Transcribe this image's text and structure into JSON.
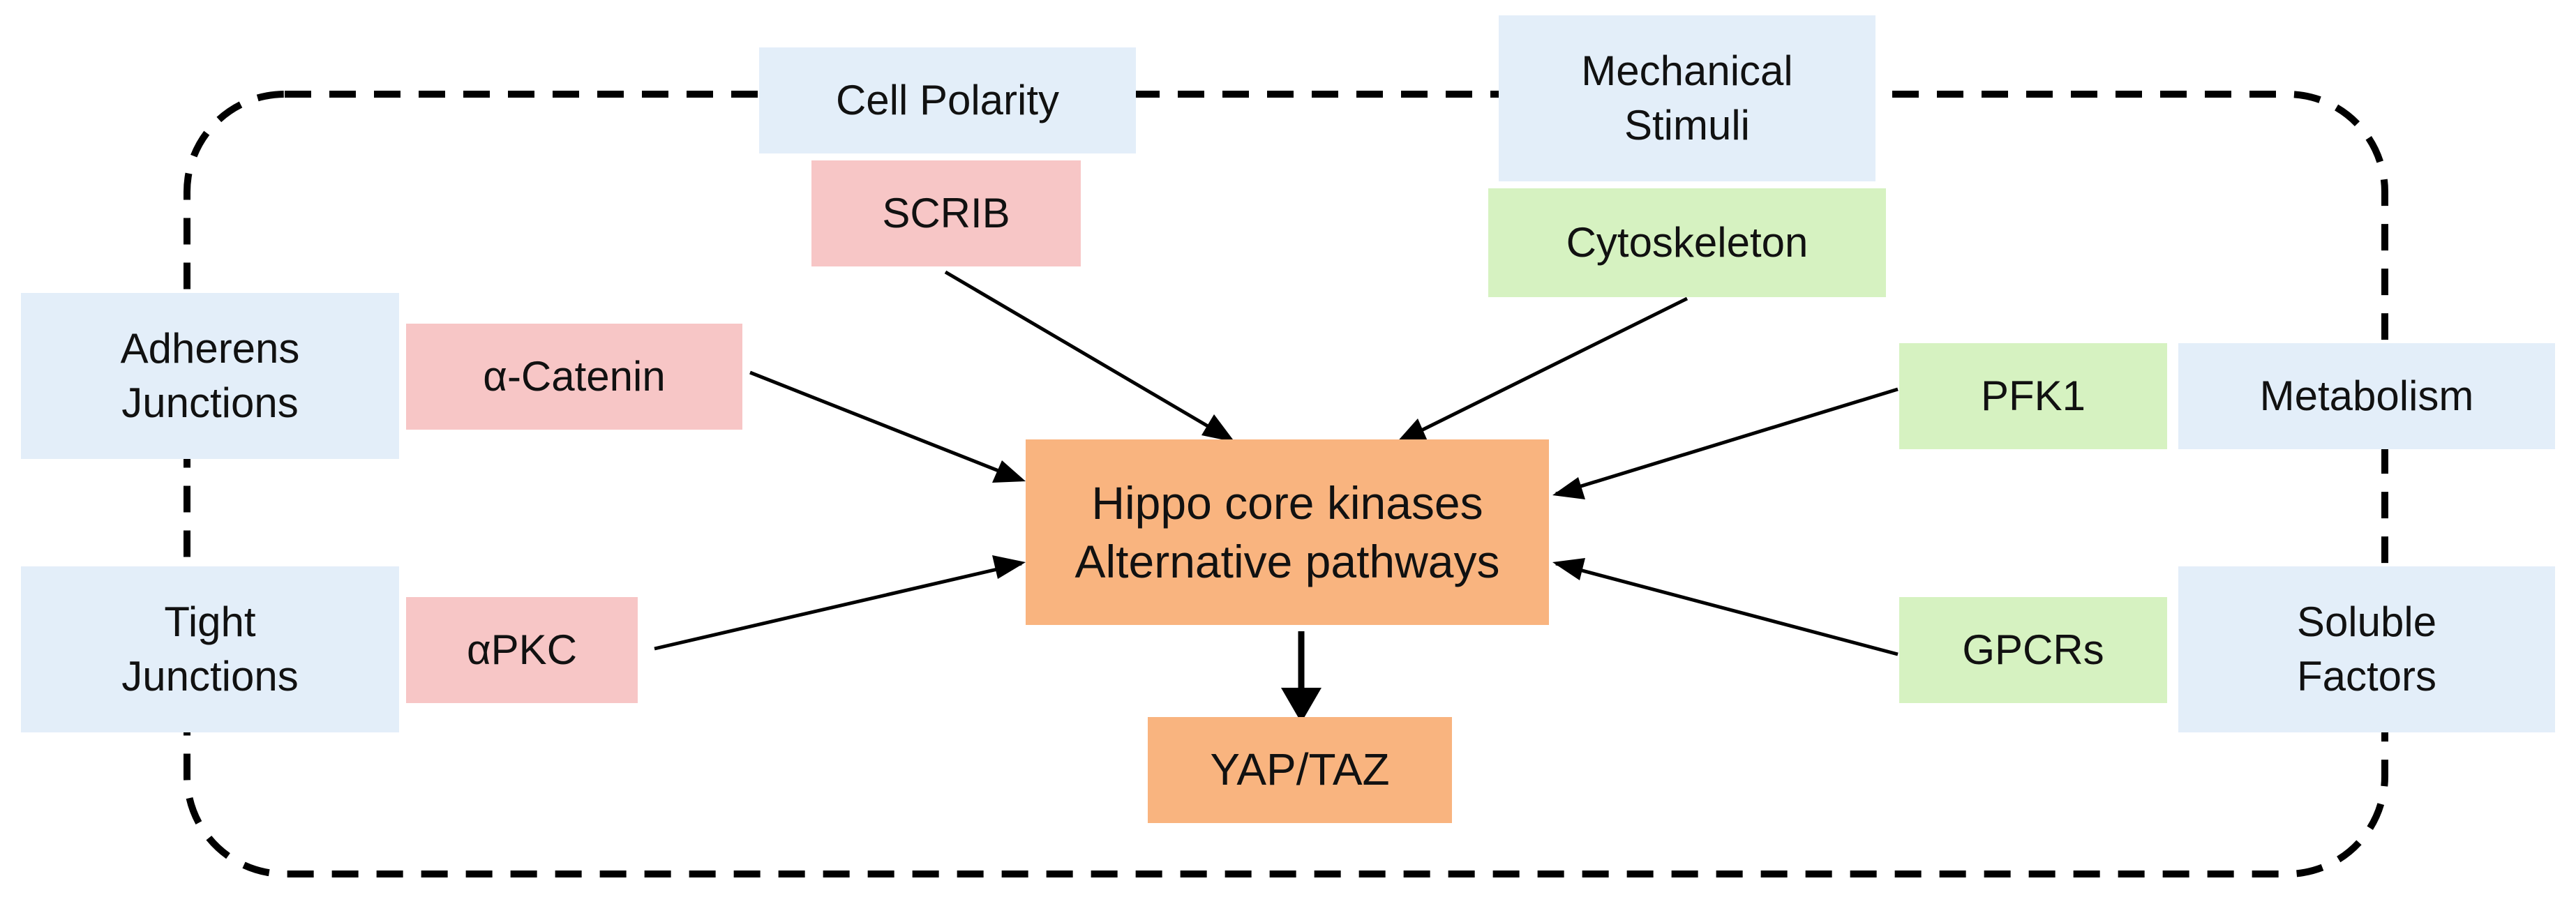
{
  "context": {
    "cell_polarity": "Cell Polarity",
    "mechanical_stimuli": "Mechanical\nStimuli",
    "adherens_junctions": "Adherens\nJunctions",
    "tight_junctions": "Tight\nJunctions",
    "metabolism": "Metabolism",
    "soluble_factors": "Soluble\nFactors"
  },
  "regulators": {
    "scrib": "SCRIB",
    "alpha_catenin": "α-Catenin",
    "alpha_pkc": "αPKC",
    "cytoskeleton": "Cytoskeleton",
    "pfk1": "PFK1",
    "gpcrs": "GPCRs"
  },
  "core": {
    "label": "Hippo core kinases\nAlternative pathways"
  },
  "output": {
    "label": "YAP/TAZ"
  },
  "colors": {
    "context_fill": "#e3eef9",
    "polarity_junction_regulators": "#f7c6c6",
    "mechanical_metabolic_regulators": "#d6f2c1",
    "core_and_output": "#f9b47f",
    "arrows_and_boundary": "#000000"
  }
}
